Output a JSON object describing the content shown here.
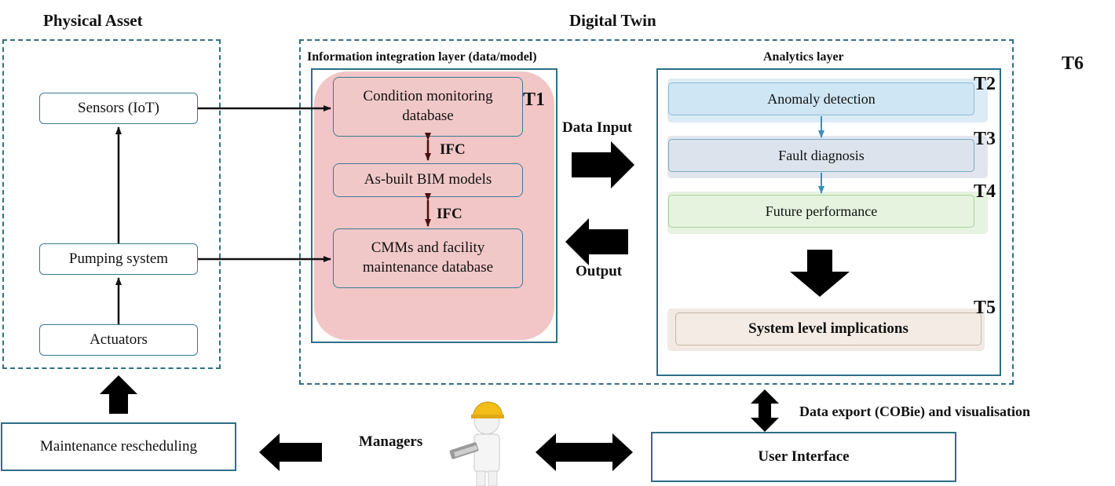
{
  "physical": {
    "title": "Physical Asset",
    "sensors": "Sensors (IoT)",
    "pumping": "Pumping system",
    "actuators": "Actuators"
  },
  "twin": {
    "title": "Digital Twin",
    "info_layer": "Information integration layer (data/model)",
    "condition_db": "Condition monitoring database",
    "bim": "As-built BIM models",
    "cmms": "CMMs and facility maintenance database",
    "ifc_1": "IFC",
    "ifc_2": "IFC",
    "t1": "T1",
    "data_input": "Data Input",
    "output": "Output",
    "analytics_layer": "Analytics layer",
    "anomaly": "Anomaly detection",
    "fault": "Fault diagnosis",
    "future": "Future performance",
    "system": "System level implications",
    "t2": "T2",
    "t3": "T3",
    "t4": "T4",
    "t5": "T5",
    "t6": "T6"
  },
  "bottom": {
    "maintenance": "Maintenance rescheduling",
    "managers": "Managers",
    "user_interface": "User Interface",
    "data_export": "Data export (COBie) and visualisation"
  }
}
